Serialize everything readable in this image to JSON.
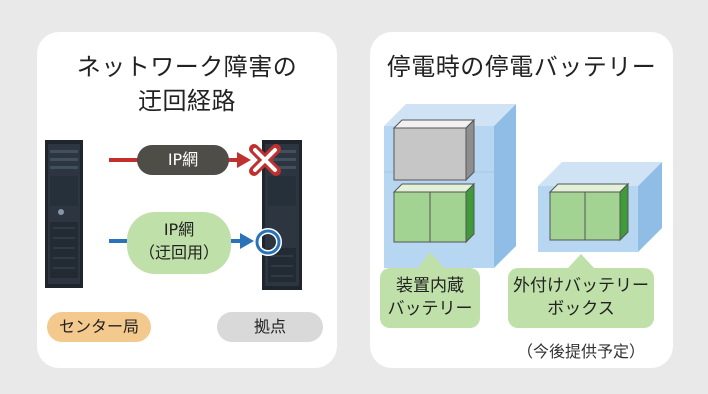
{
  "left_panel": {
    "title_line1": "ネットワーク障害の",
    "title_line2": "迂回経路",
    "primary_link": {
      "label": "IP網",
      "status": "failed",
      "color": "#c0302f"
    },
    "backup_link": {
      "label_line1": "IP網",
      "label_line2": "（迂回用）",
      "status": "active",
      "color": "#2a73b8"
    },
    "center_label": "センター局",
    "site_label": "拠点"
  },
  "right_panel": {
    "title": "停電時の停電バッテリー",
    "internal_battery": {
      "line1": "装置内蔵",
      "line2": "バッテリー"
    },
    "external_battery": {
      "line1": "外付けバッテリー",
      "line2": "ボックス"
    },
    "note": "（今後提供予定）"
  }
}
